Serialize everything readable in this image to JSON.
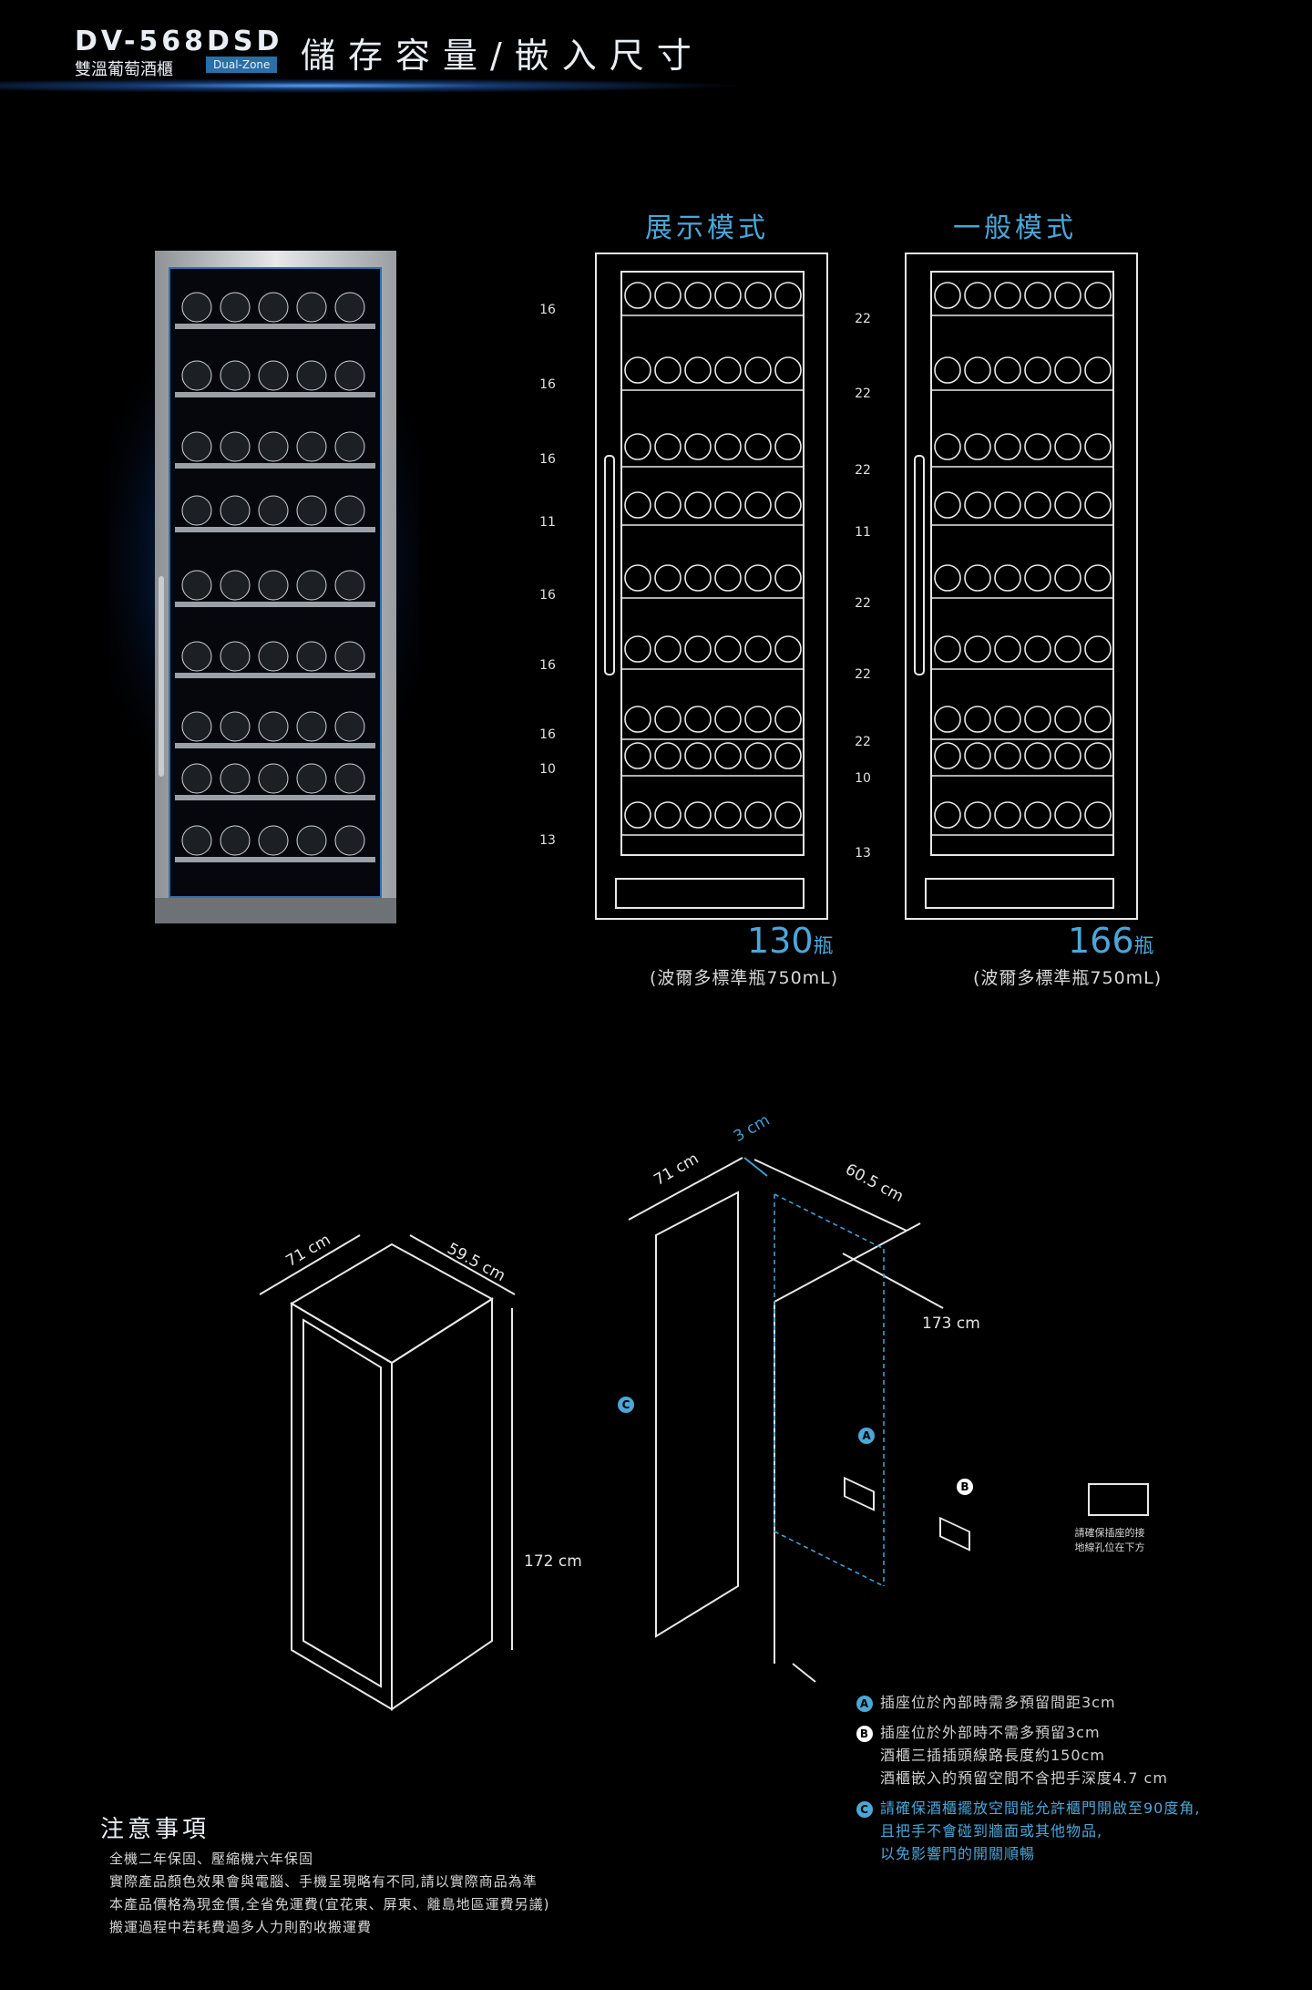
{
  "header": {
    "model": "DV-568DSD",
    "subtitle": "雙溫葡萄酒櫃",
    "badge": "Dual-Zone",
    "title": "儲存容量/嵌入尺寸"
  },
  "modes": [
    {
      "label": "展示模式",
      "count": "130",
      "unit": "瓶",
      "note": "(波爾多標準瓶750mL)"
    },
    {
      "label": "一般模式",
      "count": "166",
      "unit": "瓶",
      "note": "(波爾多標準瓶750mL)"
    }
  ],
  "shelf_counts_display": [
    "16",
    "16",
    "16",
    "11",
    "16",
    "16",
    "16",
    "10",
    "13"
  ],
  "shelf_counts_normal": [
    "22",
    "22",
    "22",
    "11",
    "22",
    "22",
    "22",
    "10",
    "13"
  ],
  "dims_cabinet": {
    "depth": "71 cm",
    "width": "59.5 cm",
    "height": "172 cm"
  },
  "dims_niche": {
    "depth": "71 cm",
    "gap": "3 cm",
    "width": "60.5 cm",
    "height": "173 cm"
  },
  "markers": {
    "a": "A",
    "b": "B",
    "c": "C"
  },
  "socket_note_1": "請確保插座的接",
  "socket_note_2": "地線孔位在下方",
  "legend": {
    "a_text": "插座位於內部時需多預留間距3cm",
    "b_text": "插座位於外部時不需多預留3cm",
    "b_line2": "酒櫃三插插頭線路長度約150cm",
    "b_line3": "酒櫃嵌入的預留空間不含把手深度4.7 cm",
    "c_text": "請確保酒櫃擺放空間能允許櫃門開啟至90度角,",
    "c_line2": "且把手不會碰到牆面或其他物品,",
    "c_line3": "以免影響門的開關順暢"
  },
  "notice": {
    "title": "注意事項",
    "items": [
      "全機二年保固、壓縮機六年保固",
      "實際產品顏色效果會與電腦、手機呈現略有不同,請以實際商品為準",
      "本產品價格為現金價,全省免運費(宜花東、屏東、離島地區運費另議)",
      "搬運過程中若耗費過多人力則酌收搬運費"
    ]
  },
  "colors": {
    "accent": "#4aa7d8",
    "badge": "#2a6fa6",
    "background": "#000000"
  }
}
